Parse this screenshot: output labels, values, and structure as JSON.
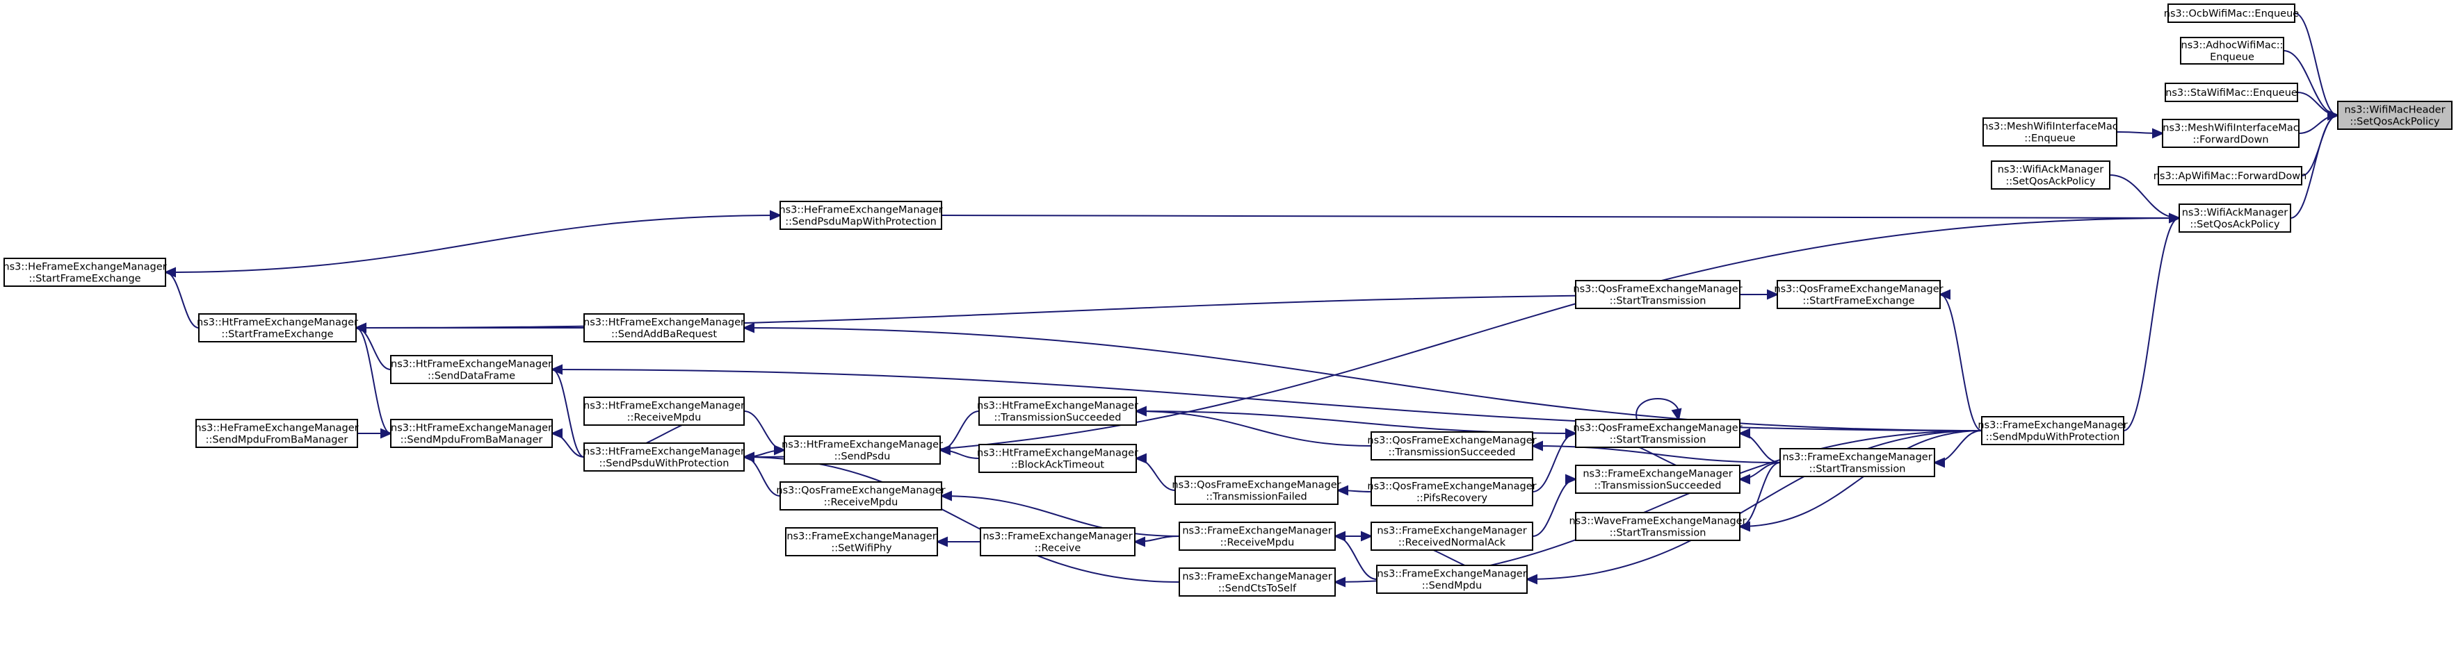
{
  "graph": {
    "root": "n0",
    "colors": {
      "edge": "#191970",
      "root_fill": "#bfbfbf",
      "node_fill": "#ffffff"
    },
    "nodes": [
      {
        "id": "n0",
        "lines": [
          "ns3::WifiMacHeader",
          "::SetQosAckPolicy"
        ]
      },
      {
        "id": "n1",
        "lines": [
          "ns3::OcbWifiMac::Enqueue"
        ]
      },
      {
        "id": "n2",
        "lines": [
          "ns3::AdhocWifiMac::",
          "Enqueue"
        ]
      },
      {
        "id": "n3",
        "lines": [
          "ns3::StaWifiMac::Enqueue"
        ]
      },
      {
        "id": "n4",
        "lines": [
          "ns3::MeshWifiInterfaceMac",
          "::ForwardDown"
        ]
      },
      {
        "id": "n5",
        "lines": [
          "ns3::MeshWifiInterfaceMac",
          "::Enqueue"
        ]
      },
      {
        "id": "n6",
        "lines": [
          "ns3::ApWifiMac::ForwardDown"
        ]
      },
      {
        "id": "n7",
        "lines": [
          "ns3::WifiAckManager",
          "::SetQosAckPolicy"
        ]
      },
      {
        "id": "n8",
        "lines": [
          "ns3::WifiAckManager",
          "::SetQosAckPolicy"
        ]
      },
      {
        "id": "n9",
        "lines": [
          "ns3::HeFrameExchangeManager",
          "::SendPsduMapWithProtection"
        ]
      },
      {
        "id": "n10",
        "lines": [
          "ns3::HeFrameExchangeManager",
          "::StartFrameExchange"
        ]
      },
      {
        "id": "n11",
        "lines": [
          "ns3::HtFrameExchangeManager",
          "::StartFrameExchange"
        ]
      },
      {
        "id": "n12",
        "lines": [
          "ns3::QosFrameExchangeManager",
          "::StartFrameExchange"
        ]
      },
      {
        "id": "n13",
        "lines": [
          "ns3::QosFrameExchangeManager",
          "::StartTransmission"
        ]
      },
      {
        "id": "n14",
        "lines": [
          "ns3::HtFrameExchangeManager",
          "::SendAddBaRequest"
        ]
      },
      {
        "id": "n15",
        "lines": [
          "ns3::HtFrameExchangeManager",
          "::SendDataFrame"
        ]
      },
      {
        "id": "n16",
        "lines": [
          "ns3::FrameExchangeManager",
          "::SendMpduWithProtection"
        ]
      },
      {
        "id": "n17",
        "lines": [
          "ns3::HtFrameExchangeManager",
          "::ReceiveMpdu"
        ]
      },
      {
        "id": "n18",
        "lines": [
          "ns3::HtFrameExchangeManager",
          "::TransmissionSucceeded"
        ]
      },
      {
        "id": "n19",
        "lines": [
          "ns3::QosFrameExchangeManager",
          "::StartTransmission"
        ]
      },
      {
        "id": "n20",
        "lines": [
          "ns3::HeFrameExchangeManager",
          "::SendMpduFromBaManager"
        ]
      },
      {
        "id": "n21",
        "lines": [
          "ns3::HtFrameExchangeManager",
          "::SendMpduFromBaManager"
        ]
      },
      {
        "id": "n22",
        "lines": [
          "ns3::HtFrameExchangeManager",
          "::SendPsduWithProtection"
        ]
      },
      {
        "id": "n23",
        "lines": [
          "ns3::HtFrameExchangeManager",
          "::SendPsdu"
        ]
      },
      {
        "id": "n24",
        "lines": [
          "ns3::QosFrameExchangeManager",
          "::TransmissionSucceeded"
        ]
      },
      {
        "id": "n25",
        "lines": [
          "ns3::FrameExchangeManager",
          "::StartTransmission"
        ]
      },
      {
        "id": "n26",
        "lines": [
          "ns3::HtFrameExchangeManager",
          "::BlockAckTimeout"
        ]
      },
      {
        "id": "n27",
        "lines": [
          "ns3::QosFrameExchangeManager",
          "::TransmissionFailed"
        ]
      },
      {
        "id": "n28",
        "lines": [
          "ns3::QosFrameExchangeManager",
          "::PifsRecovery"
        ]
      },
      {
        "id": "n29",
        "lines": [
          "ns3::FrameExchangeManager",
          "::TransmissionSucceeded"
        ]
      },
      {
        "id": "n30",
        "lines": [
          "ns3::QosFrameExchangeManager",
          "::ReceiveMpdu"
        ]
      },
      {
        "id": "n31",
        "lines": [
          "ns3::WaveFrameExchangeManager",
          "::StartTransmission"
        ]
      },
      {
        "id": "n32",
        "lines": [
          "ns3::FrameExchangeManager",
          "::ReceivedNormalAck"
        ]
      },
      {
        "id": "n33",
        "lines": [
          "ns3::FrameExchangeManager",
          "::SetWifiPhy"
        ]
      },
      {
        "id": "n34",
        "lines": [
          "ns3::FrameExchangeManager",
          "::Receive"
        ]
      },
      {
        "id": "n35",
        "lines": [
          "ns3::FrameExchangeManager",
          "::ReceiveMpdu"
        ]
      },
      {
        "id": "n36",
        "lines": [
          "ns3::FrameExchangeManager",
          "::SendMpdu"
        ]
      },
      {
        "id": "n37",
        "lines": [
          "ns3::FrameExchangeManager",
          "::SendCtsToSelf"
        ]
      }
    ],
    "edges": [
      [
        "n1",
        "n0"
      ],
      [
        "n2",
        "n0"
      ],
      [
        "n3",
        "n0"
      ],
      [
        "n4",
        "n0"
      ],
      [
        "n6",
        "n0"
      ],
      [
        "n8",
        "n0"
      ],
      [
        "n5",
        "n4"
      ],
      [
        "n7",
        "n8"
      ],
      [
        "n9",
        "n8"
      ],
      [
        "n10",
        "n9"
      ],
      [
        "n16",
        "n8"
      ],
      [
        "n22",
        "n8"
      ],
      [
        "n11",
        "n10"
      ],
      [
        "n12",
        "n11"
      ],
      [
        "n13",
        "n12"
      ],
      [
        "n16",
        "n12"
      ],
      [
        "n14",
        "n11"
      ],
      [
        "n16",
        "n14"
      ],
      [
        "n15",
        "n11"
      ],
      [
        "n16",
        "n15"
      ],
      [
        "n21",
        "n11"
      ],
      [
        "n20",
        "n21"
      ],
      [
        "n22",
        "n15"
      ],
      [
        "n22",
        "n21"
      ],
      [
        "n17",
        "n22"
      ],
      [
        "n23",
        "n22"
      ],
      [
        "n30",
        "n22"
      ],
      [
        "n37",
        "n22"
      ],
      [
        "n17",
        "n23"
      ],
      [
        "n18",
        "n23"
      ],
      [
        "n26",
        "n23"
      ],
      [
        "n19",
        "n18"
      ],
      [
        "n24",
        "n18"
      ],
      [
        "n25",
        "n19"
      ],
      [
        "n29",
        "n19"
      ],
      [
        "n28",
        "n19"
      ],
      [
        "n19",
        "n19"
      ],
      [
        "n16",
        "n25"
      ],
      [
        "n16",
        "n31"
      ],
      [
        "n16",
        "n36"
      ],
      [
        "n16",
        "n37"
      ],
      [
        "n25",
        "n24"
      ],
      [
        "n25",
        "n29"
      ],
      [
        "n25",
        "n31"
      ],
      [
        "n27",
        "n26"
      ],
      [
        "n28",
        "n27"
      ],
      [
        "n32",
        "n29"
      ],
      [
        "n36",
        "n32"
      ],
      [
        "n35",
        "n30"
      ],
      [
        "n35",
        "n32"
      ],
      [
        "n35",
        "n34"
      ],
      [
        "n34",
        "n33"
      ],
      [
        "n36",
        "n35"
      ]
    ]
  }
}
